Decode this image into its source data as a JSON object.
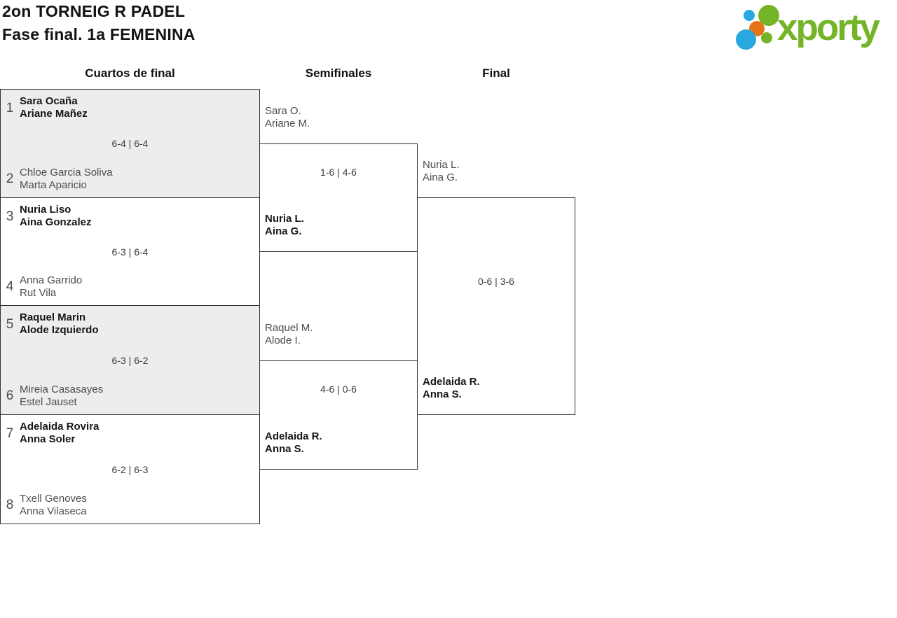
{
  "page": {
    "title_line1": "2on TORNEIG R PADEL",
    "title_line2": "Fase final. 1a FEMENINA"
  },
  "logo": {
    "text": "xporty",
    "colors": {
      "green": "#74b527",
      "blue": "#29a8e0",
      "orange": "#e6731a"
    }
  },
  "round_headers": {
    "quarterfinals": "Cuartos de final",
    "semifinals": "Semifinales",
    "final": "Final"
  },
  "bracket": {
    "quarterfinals": [
      {
        "seed_top": "1",
        "team_top_line1": "Sara Ocaña",
        "team_top_line2": "Ariane Mañez",
        "score": "6-4 | 6-4",
        "seed_bottom": "2",
        "team_bottom_line1": "Chloe Garcia Soliva",
        "team_bottom_line2": "Marta Aparicio",
        "winner": "top"
      },
      {
        "seed_top": "3",
        "team_top_line1": "Nuria Liso",
        "team_top_line2": "Aina Gonzalez",
        "score": "6-3 | 6-4",
        "seed_bottom": "4",
        "team_bottom_line1": "Anna Garrido",
        "team_bottom_line2": "Rut Vila",
        "winner": "top"
      },
      {
        "seed_top": "5",
        "team_top_line1": "Raquel Marin",
        "team_top_line2": "Alode Izquierdo",
        "score": "6-3 | 6-2",
        "seed_bottom": "6",
        "team_bottom_line1": "Mireia Casasayes",
        "team_bottom_line2": "Estel Jauset",
        "winner": "top"
      },
      {
        "seed_top": "7",
        "team_top_line1": "Adelaida Rovira",
        "team_top_line2": "Anna Soler",
        "score": "6-2 | 6-3",
        "seed_bottom": "8",
        "team_bottom_line1": "Txell Genoves",
        "team_bottom_line2": "Anna Vilaseca",
        "winner": "top"
      }
    ],
    "semifinals": [
      {
        "team_top_line1": "Sara O.",
        "team_top_line2": "Ariane M.",
        "score": "1-6 | 4-6",
        "team_bottom_line1": "Nuria L.",
        "team_bottom_line2": "Aina G.",
        "winner": "bottom"
      },
      {
        "team_top_line1": "Raquel M.",
        "team_top_line2": "Alode I.",
        "score": "4-6 | 0-6",
        "team_bottom_line1": "Adelaida R.",
        "team_bottom_line2": "Anna S.",
        "winner": "bottom"
      }
    ],
    "final": {
      "team_top_line1": "Nuria L.",
      "team_top_line2": "Aina G.",
      "score": "0-6 | 3-6",
      "team_bottom_line1": "Adelaida R.",
      "team_bottom_line2": "Anna S.",
      "winner": "bottom"
    }
  }
}
